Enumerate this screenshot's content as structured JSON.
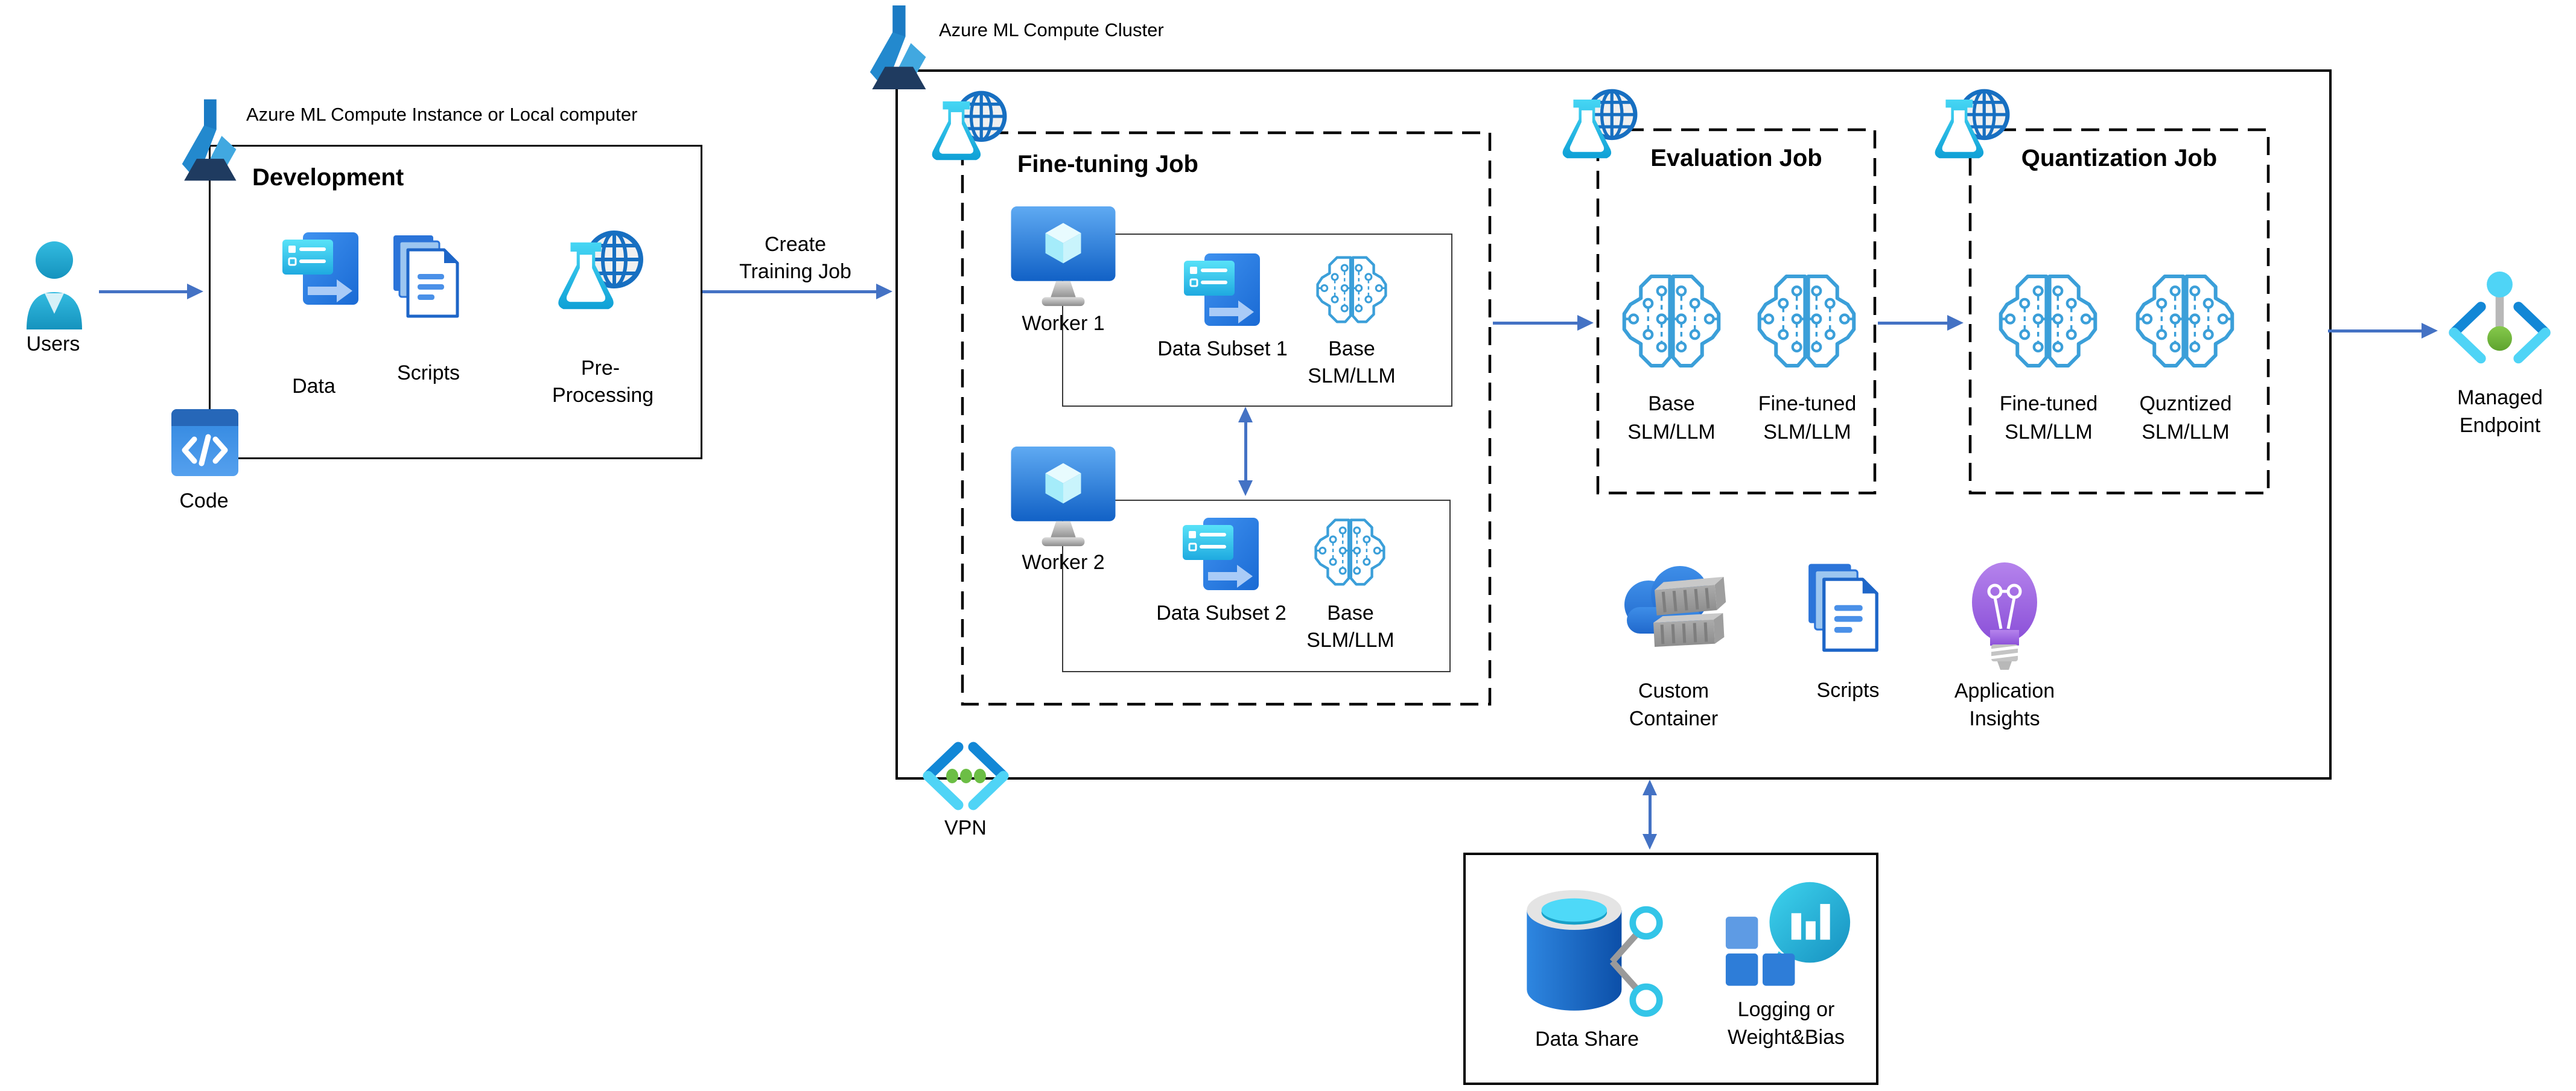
{
  "users": {
    "label": "Users"
  },
  "development": {
    "badge_label": "Azure ML Compute Instance or Local computer",
    "title": "Development",
    "data_label": "Data",
    "scripts_label": "Scripts",
    "preprocessing_line1": "Pre-",
    "preprocessing_line2": "Processing",
    "code_label": "Code"
  },
  "create_training_job": {
    "line1": "Create",
    "line2": "Training Job"
  },
  "cluster": {
    "badge_label": "Azure ML Compute Cluster",
    "vpn_label": "VPN",
    "finetuning": {
      "title": "Fine-tuning Job",
      "worker1_label": "Worker 1",
      "worker2_label": "Worker 2",
      "data_subset1_label": "Data Subset 1",
      "data_subset2_label": "Data Subset 2",
      "base1_line1": "Base",
      "base1_line2": "SLM/LLM",
      "base2_line1": "Base",
      "base2_line2": "SLM/LLM"
    },
    "evaluation": {
      "title": "Evaluation Job",
      "model1_line1": "Base",
      "model1_line2": "SLM/LLM",
      "model2_line1": "Fine-tuned",
      "model2_line2": "SLM/LLM"
    },
    "quantization": {
      "title": "Quantization Job",
      "model1_line1": "Fine-tuned",
      "model1_line2": "SLM/LLM",
      "model2_line1": "Quzntized",
      "model2_line2": "SLM/LLM"
    },
    "resources": {
      "custom_container_line1": "Custom",
      "custom_container_line2": "Container",
      "scripts_label": "Scripts",
      "app_insights_line1": "Application",
      "app_insights_line2": "Insights"
    }
  },
  "share_box": {
    "data_share_label": "Data Share",
    "logging_line1": "Logging or",
    "logging_line2": "Weight&Bias"
  },
  "managed_endpoint": {
    "line1": "Managed",
    "line2": "Endpoint"
  },
  "colors": {
    "arrow": "#4472C4",
    "outline": "#000000",
    "model_stroke": "#3B9FD9",
    "flask_cyan": "#2BC1EA",
    "globe_blue": "#176FC1",
    "vpn_dark": "#1287D6",
    "vpn_light": "#4FD4F6",
    "dot_green": "#6CBE45",
    "insights_purple": "#9A5FE0",
    "monitor_blue": "#1266CC",
    "cylinder_blue": "#1464C0"
  },
  "icons": {
    "users": "person-icon",
    "dev_badge": "azure-ml-icon",
    "data": "data-icon",
    "scripts": "documents-icon",
    "preprocessing": "flask-globe-icon",
    "code": "code-window-icon",
    "worker": "monitor-cube-icon",
    "model": "brain-circuit-icon",
    "job_badge": "flask-globe-icon",
    "vpn": "vpn-brackets-icon",
    "custom_container": "cloud-container-icon",
    "app_insights": "lightbulb-icon",
    "data_share": "database-share-icon",
    "logging": "chart-balloon-icon",
    "managed_endpoint": "endpoint-brackets-icon"
  }
}
